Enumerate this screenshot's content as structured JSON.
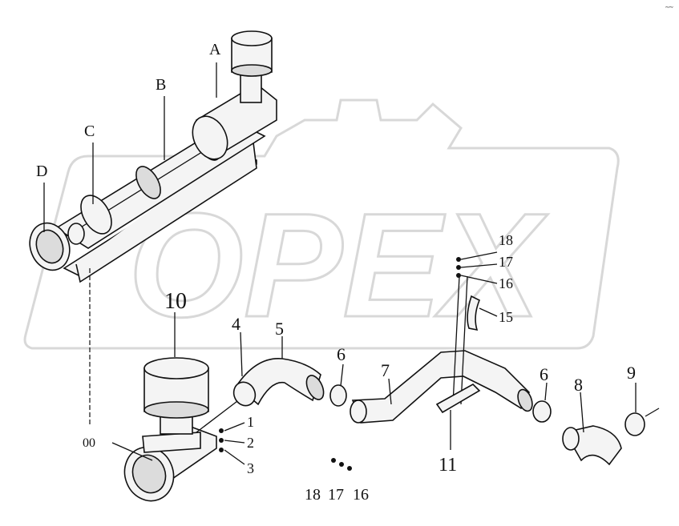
{
  "watermark": {
    "text": "OPEX"
  },
  "corner_mark": "~~",
  "callouts": [
    {
      "id": "A",
      "text": "A"
    },
    {
      "id": "B",
      "text": "B"
    },
    {
      "id": "C",
      "text": "C"
    },
    {
      "id": "D",
      "text": "D"
    },
    {
      "id": "10",
      "text": "10"
    },
    {
      "id": "4",
      "text": "4"
    },
    {
      "id": "5",
      "text": "5"
    },
    {
      "id": "6a",
      "text": "6"
    },
    {
      "id": "7",
      "text": "7"
    },
    {
      "id": "6b",
      "text": "6"
    },
    {
      "id": "8",
      "text": "8"
    },
    {
      "id": "9",
      "text": "9"
    },
    {
      "id": "18a",
      "text": "18"
    },
    {
      "id": "17a",
      "text": "17"
    },
    {
      "id": "16a",
      "text": "16"
    },
    {
      "id": "15",
      "text": "15"
    },
    {
      "id": "11",
      "text": "11"
    },
    {
      "id": "1",
      "text": "1"
    },
    {
      "id": "2",
      "text": "2"
    },
    {
      "id": "3",
      "text": "3"
    },
    {
      "id": "00",
      "text": "00"
    },
    {
      "id": "18b",
      "text": "18"
    },
    {
      "id": "17b",
      "text": "17"
    },
    {
      "id": "16b",
      "text": "16"
    }
  ]
}
